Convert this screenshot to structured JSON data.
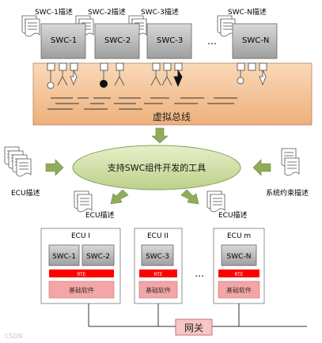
{
  "swc_top": {
    "desc_labels": [
      "SWC-1描述",
      "SWC-2描述",
      "SWC-3描述",
      "SWC-N描述"
    ],
    "components": [
      "SWC-1",
      "SWC-2",
      "SWC-3",
      "SWC-N"
    ],
    "ellipsis": "…"
  },
  "virtual_bus": {
    "label": "虚拟总线"
  },
  "tool": {
    "label": "支持SWC组件开发的工具"
  },
  "ecu_desc_left": {
    "label": "ECU描述"
  },
  "system_constraint": {
    "label": "系统约束描述"
  },
  "ecu_desc_mid": {
    "labels": [
      "ECU描述",
      "ECU描述"
    ]
  },
  "ecus": [
    {
      "title": "ECU I",
      "swcs": [
        "SWC-1",
        "SWC-2"
      ],
      "rte": "RTE",
      "bsw": "基础软件"
    },
    {
      "title": "ECU II",
      "swcs": [
        "SWC-3"
      ],
      "rte": "RTE",
      "bsw": "基础软件"
    },
    {
      "title": "ECU m",
      "swcs": [
        "SWC-N"
      ],
      "rte": "RTE",
      "bsw": "基础软件"
    }
  ],
  "ecu_ellipsis": "…",
  "gateway": {
    "label": "网关"
  },
  "watermark": "CSDN",
  "colors": {
    "bus_fill": "#f5c79b",
    "swc_fill": "#bfbfbf",
    "ellipse_fill": "#d6e3a8",
    "arrow_fill": "#8fac5a",
    "rte_fill": "#ff0000",
    "bsw_fill": "#f4a6a6",
    "gateway_fill": "#f7c6c6"
  }
}
